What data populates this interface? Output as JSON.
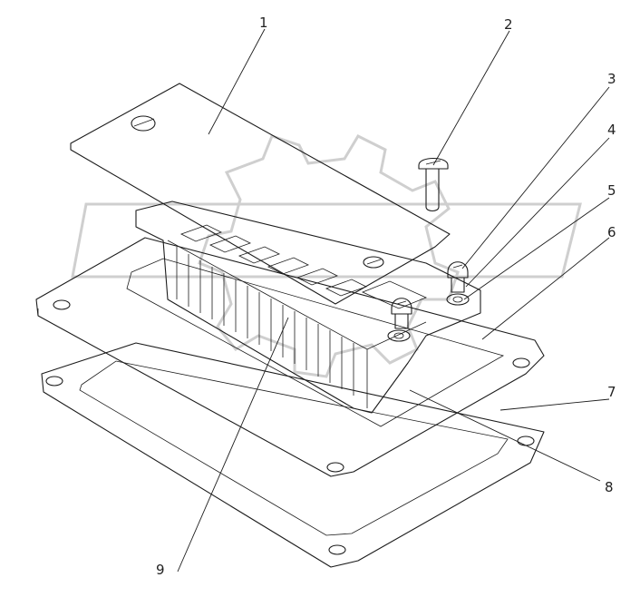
{
  "diagram": {
    "callouts": [
      {
        "id": "1",
        "text": "1"
      },
      {
        "id": "2",
        "text": "2"
      },
      {
        "id": "3",
        "text": "3"
      },
      {
        "id": "4",
        "text": "4"
      },
      {
        "id": "5",
        "text": "5"
      },
      {
        "id": "6",
        "text": "6"
      },
      {
        "id": "7",
        "text": "7"
      },
      {
        "id": "8",
        "text": "8"
      },
      {
        "id": "9",
        "text": "9"
      }
    ],
    "colors": {
      "line": "#1c1c1c",
      "watermark": "#cfcfcf",
      "background": "#ffffff"
    }
  }
}
